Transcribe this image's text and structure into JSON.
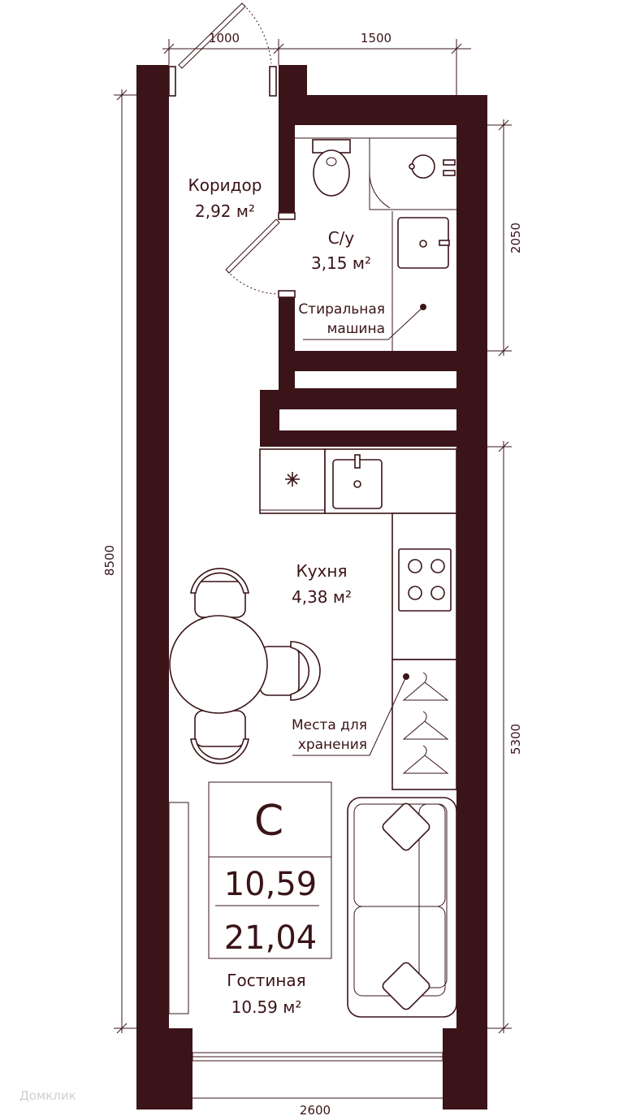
{
  "colors": {
    "wall": "#3a1418",
    "background": "#ffffff",
    "watermark": "#cfcfcf"
  },
  "dimensions": {
    "top_left": "1000",
    "top_right": "1500",
    "left": "8500",
    "right_upper": "2050",
    "right_lower": "5300",
    "bottom": "2600"
  },
  "rooms": {
    "corridor": {
      "name": "Коридор",
      "area": "2,92  м²"
    },
    "bathroom": {
      "name": "С/у",
      "area": "3,15  м²"
    },
    "kitchen": {
      "name": "Кухня",
      "area": "4,38 м²"
    },
    "living": {
      "name": "Гостиная",
      "area": "10.59  м²"
    }
  },
  "callouts": {
    "washing_machine": [
      "Стиральная",
      "машина"
    ],
    "storage": [
      "Места для",
      "хранения"
    ]
  },
  "summary": {
    "type": "С",
    "living_area": "10,59",
    "total_area": "21,04"
  },
  "icons": {
    "fridge": "snowflake-icon",
    "stove": "stove-icon",
    "sink": "sink-icon",
    "toilet": "toilet-icon",
    "shower": "shower-icon",
    "hanger": "hanger-icon",
    "sofa": "sofa-icon",
    "table": "round-table-icon",
    "chair": "chair-icon"
  },
  "watermark": "Домклик"
}
